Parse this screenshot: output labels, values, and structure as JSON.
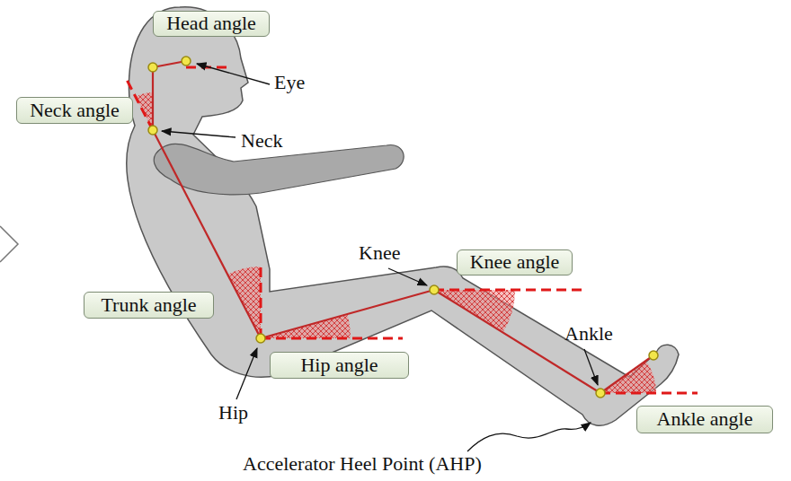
{
  "diagram": {
    "nodes": [
      {
        "text": [
          "Head angle"
        ]
      },
      {
        "text": [
          "Neck angle"
        ]
      },
      {
        "text": [
          "Knee angle"
        ]
      },
      {
        "text": [
          "Trunk angle"
        ]
      },
      {
        "text": [
          "Hip angle"
        ]
      },
      {
        "text": [
          "Ankle angle"
        ]
      }
    ],
    "labels": [
      "Eye",
      "Neck",
      "Knee",
      "Ankle",
      "Hip",
      "Accelerator Heel Point (AHP)"
    ]
  }
}
